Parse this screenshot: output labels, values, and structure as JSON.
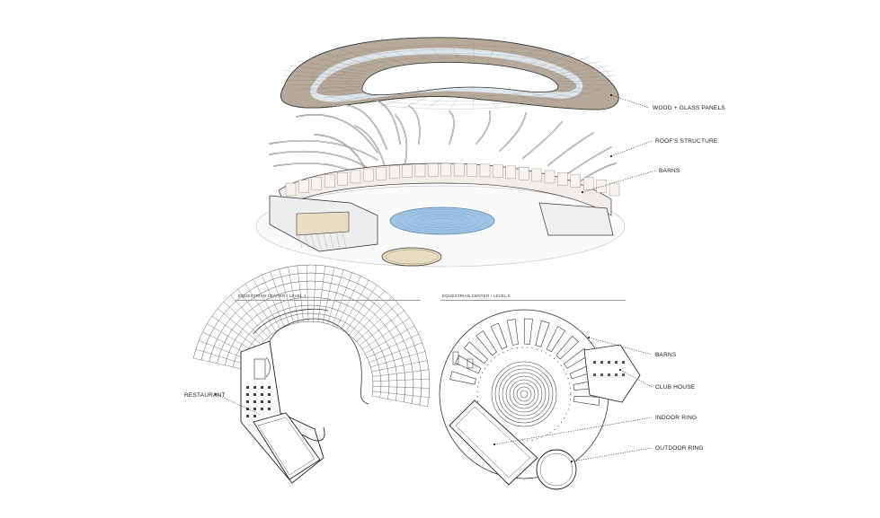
{
  "callouts": {
    "panels": "WOOD + GLASS PANELS",
    "roof": "ROOF'S STRUCTURE",
    "barns_top": "BARNS",
    "restaurant": "RESTAURANT",
    "barns_plan": "BARNS",
    "club_house": "CLUB HOUSE",
    "indoor_ring": "INDOOR RING",
    "outdoor_ring": "OUTDOOR RING"
  },
  "captions": {
    "level1": "EQUESTRIAN CENTER / LEVEL 1",
    "level0": "EQUESTRIAN CENTER / LEVEL 0"
  },
  "colors": {
    "wood": "#b7a99a",
    "glass": "#dfe9f1",
    "water": "#9fc3e2",
    "sand": "#e8dcc2",
    "line": "#3a3a3a",
    "light_line": "#8c8c8c"
  }
}
